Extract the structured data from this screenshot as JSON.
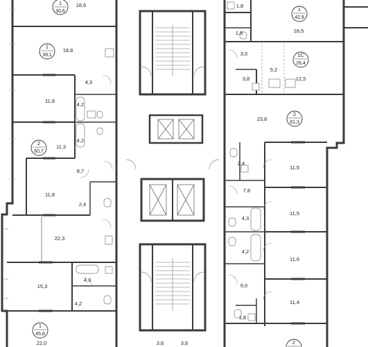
{
  "apartments": [
    {
      "id": "apt-30-6",
      "number": "1",
      "area": "30,6"
    },
    {
      "id": "apt-39-1",
      "number": "1",
      "area": "39,1"
    },
    {
      "id": "apt-60-7",
      "number": "2",
      "area": "60,7"
    },
    {
      "id": "apt-45-8",
      "number": "1",
      "area": "45,8"
    },
    {
      "id": "apt-42-9",
      "number": "1",
      "area": "42,9"
    },
    {
      "id": "apt-26-4",
      "number": "1С",
      "area": "26,4"
    },
    {
      "id": "apt-61-3",
      "number": "2",
      "area": "61,3"
    },
    {
      "id": "apt-bottom-right",
      "number": "2",
      "area": ""
    }
  ],
  "rooms": [
    {
      "id": "r1",
      "label": "18,6"
    },
    {
      "id": "r2",
      "label": "18,8"
    },
    {
      "id": "r3",
      "label": "4,3"
    },
    {
      "id": "r4",
      "label": "11,8"
    },
    {
      "id": "r5",
      "label": "4,2"
    },
    {
      "id": "r6",
      "label": "4,2"
    },
    {
      "id": "r7",
      "label": "11,3"
    },
    {
      "id": "r8",
      "label": "8,7"
    },
    {
      "id": "r9",
      "label": "11,8"
    },
    {
      "id": "r10",
      "label": "2,4"
    },
    {
      "id": "r11",
      "label": "22,3"
    },
    {
      "id": "r12",
      "label": "15,3"
    },
    {
      "id": "r13",
      "label": "4,3"
    },
    {
      "id": "r14",
      "label": "4,2"
    },
    {
      "id": "r15",
      "label": "22,0"
    },
    {
      "id": "r16",
      "label": "1,8"
    },
    {
      "id": "r17",
      "label": "1,9"
    },
    {
      "id": "r18",
      "label": "18,5"
    },
    {
      "id": "r19",
      "label": "3,0"
    },
    {
      "id": "r20",
      "label": "3,8"
    },
    {
      "id": "r21",
      "label": "5,2"
    },
    {
      "id": "r22",
      "label": "12,5"
    },
    {
      "id": "r23",
      "label": "23,8"
    },
    {
      "id": "r24",
      "label": "2,4"
    },
    {
      "id": "r25",
      "label": "11,5"
    },
    {
      "id": "r26",
      "label": "7,8"
    },
    {
      "id": "r27",
      "label": "11,5"
    },
    {
      "id": "r28",
      "label": "4,3"
    },
    {
      "id": "r29",
      "label": "4,2"
    },
    {
      "id": "r30",
      "label": "11,6"
    },
    {
      "id": "r31",
      "label": "9,0"
    },
    {
      "id": "r32",
      "label": "11,4"
    },
    {
      "id": "r33",
      "label": "1,8"
    },
    {
      "id": "r34",
      "label": "3,6"
    },
    {
      "id": "r35",
      "label": "3,6"
    }
  ]
}
